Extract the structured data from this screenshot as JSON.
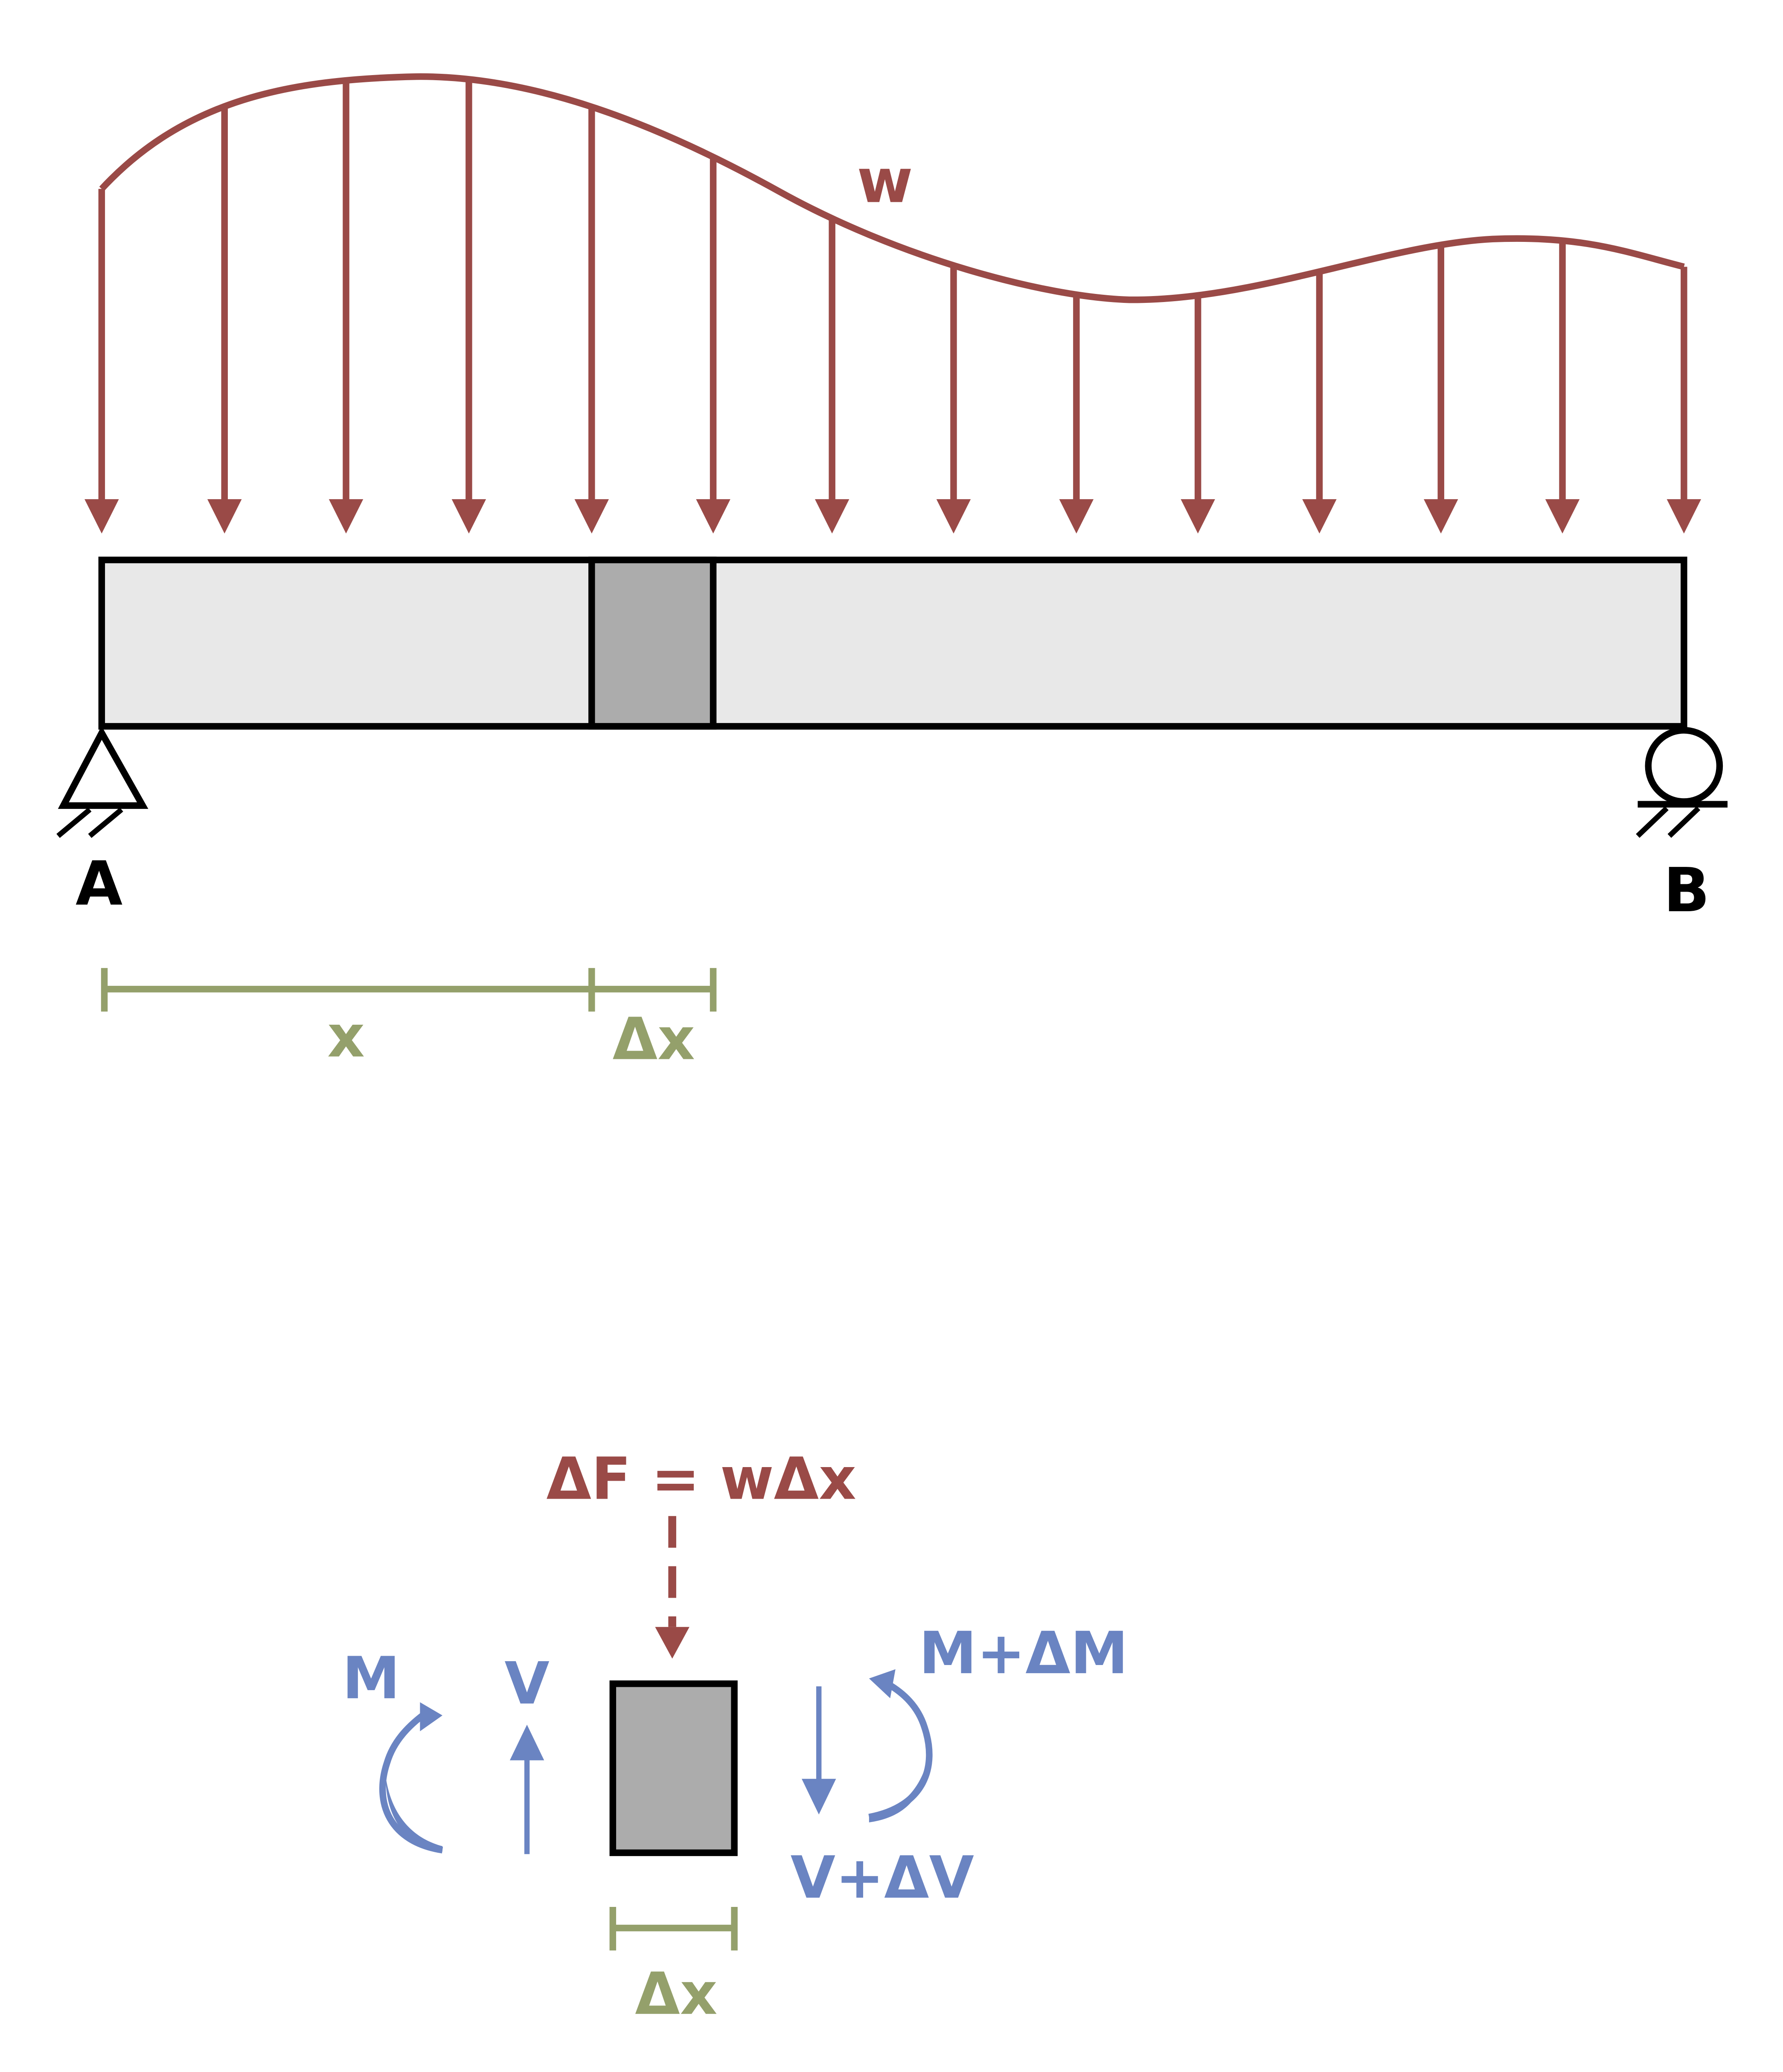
{
  "colors": {
    "load": "#9a4a47",
    "dimension": "#94a06b",
    "moment": "#6a84c2",
    "outline": "#000000",
    "beam_fill": "#e8e8e8",
    "element_fill": "#acacac"
  },
  "beam": {
    "support_left_label": "A",
    "support_right_label": "B",
    "load_label": "w",
    "dim_x_label": "x",
    "dim_dx_label": "Δx"
  },
  "free_body": {
    "force_label": "ΔF = wΔx",
    "moment_left_label": "M",
    "shear_left_label": "V",
    "moment_right_label": "M+ΔM",
    "shear_right_label": "V+ΔV",
    "dim_dx_label": "Δx"
  }
}
